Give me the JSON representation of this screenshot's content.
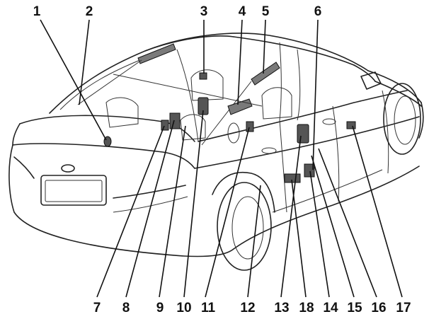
{
  "diagram": {
    "callouts": [
      "1",
      "2",
      "3",
      "4",
      "5",
      "6",
      "7",
      "8",
      "9",
      "10",
      "11",
      "12",
      "13",
      "18",
      "14",
      "15",
      "16",
      "17"
    ]
  }
}
